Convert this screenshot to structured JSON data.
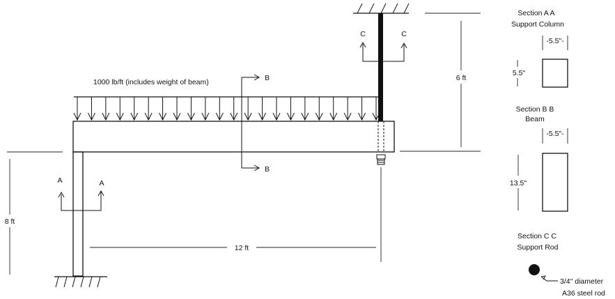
{
  "load_label": "1000 lb/ft (includes weight of beam)",
  "column_height_label": "8 ft",
  "rod_length_label": "6 ft",
  "span_label": "12 ft",
  "cut_markers": {
    "a": "A",
    "b": "B",
    "c": "C"
  },
  "section_aa": {
    "title": "Section  A A",
    "subtitle": "Support Column",
    "width_label": "-5.5\"-",
    "height_label": "5.5\""
  },
  "section_bb": {
    "title": "Section  B B",
    "subtitle": "Beam",
    "width_label": "-5.5\"-",
    "height_label": "13.5\""
  },
  "section_cc": {
    "title": "Section  C C",
    "subtitle": "Support Rod",
    "diameter_label": "3/4\" diameter",
    "material_label": "A36 steel rod"
  }
}
